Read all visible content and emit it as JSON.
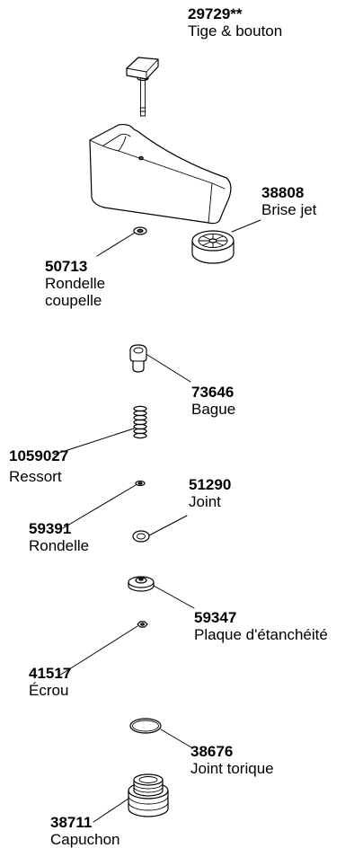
{
  "parts": [
    {
      "id": "stem-knob",
      "number": "29729**",
      "description": "Tige & bouton"
    },
    {
      "id": "aerator",
      "number": "38808",
      "description": "Brise jet"
    },
    {
      "id": "cup-washer",
      "number": "50713",
      "description": "Rondelle coupelle"
    },
    {
      "id": "bushing",
      "number": "73646",
      "description": "Bague"
    },
    {
      "id": "spring",
      "number": "1059027",
      "description": "Ressort"
    },
    {
      "id": "joint",
      "number": "51290",
      "description": "Joint"
    },
    {
      "id": "washer",
      "number": "59391",
      "description": "Rondelle"
    },
    {
      "id": "seal-plate",
      "number": "59347",
      "description": "Plaque d'étanchéité"
    },
    {
      "id": "nut",
      "number": "41517",
      "description": "Écrou"
    },
    {
      "id": "o-ring",
      "number": "38676",
      "description": "Joint torique"
    },
    {
      "id": "cap",
      "number": "38711",
      "description": "Capuchon"
    }
  ],
  "unlabeled_parts": [
    "spout"
  ],
  "style": {
    "line_color": "#000000",
    "background": "#ffffff"
  }
}
